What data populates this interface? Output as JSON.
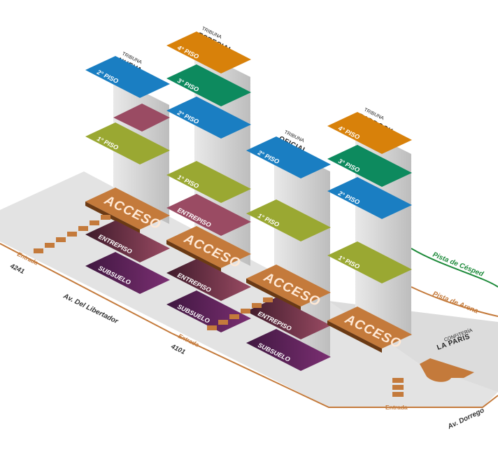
{
  "colors": {
    "orange": "#d8810a",
    "green": "#0d8a5e",
    "blue": "#1a7ec2",
    "olive": "#9aa832",
    "mauve": "#9a4b63",
    "acceso": "#c47a3b",
    "entrepiso": "#6b2f45",
    "subsuelo": "#6a2a62",
    "ground": "#e3e3e3",
    "column": "#cfcfcf",
    "grass": "#1d8a3a",
    "sand": "#c47a3b"
  },
  "tribunes": {
    "nueva": {
      "small": "TRIBUNA",
      "big": "NUEVA",
      "floors": {
        "piso2": "2° PISO",
        "piso1": "1° PISO"
      },
      "acceso": "ACCESO",
      "entrepiso": "ENTREPISO",
      "subsuelo": "SUBSUELO"
    },
    "especial": {
      "small": "TRIBUNA",
      "big": "ESPECIAL",
      "floors": {
        "piso4": "4° PISO",
        "piso3": "3° PISO",
        "piso2": "2° PISO",
        "piso1": "1° PISO"
      },
      "entrepiso_top": "ENTREPISO",
      "acceso": "ACCESO",
      "entrepiso": "ENTREPISO",
      "subsuelo": "SUBSUELO"
    },
    "oficial": {
      "small": "TRIBUNA",
      "big": "OFICIAL",
      "floors": {
        "piso2": "2° PISO",
        "piso1": "1° PISO"
      },
      "acceso": "ACCESO",
      "entrepiso": "ENTREPISO",
      "subsuelo": "SUBSUELO"
    },
    "paddock": {
      "small": "TRIBUNA",
      "big": "PADDOCK",
      "floors": {
        "piso4": "4° PISO",
        "piso3": "3° PISO",
        "piso2": "2° PISO",
        "piso1": "1° PISO"
      },
      "acceso": "ACCESO"
    }
  },
  "site": {
    "pista_cesped": "Pista de Césped",
    "pista_arena": "Pista de Arena",
    "confiteria_small": "CONFITERÍA",
    "confiteria_big": "LA PARIS",
    "av_libertador": "Av. Del Libertador",
    "av_dorrego": "Av. Dorrego",
    "entrada_left": "Entrada",
    "num_left": "4241",
    "entrada_mid": "Entrada",
    "num_mid": "4101",
    "entrada_bottom": "Entrada"
  }
}
